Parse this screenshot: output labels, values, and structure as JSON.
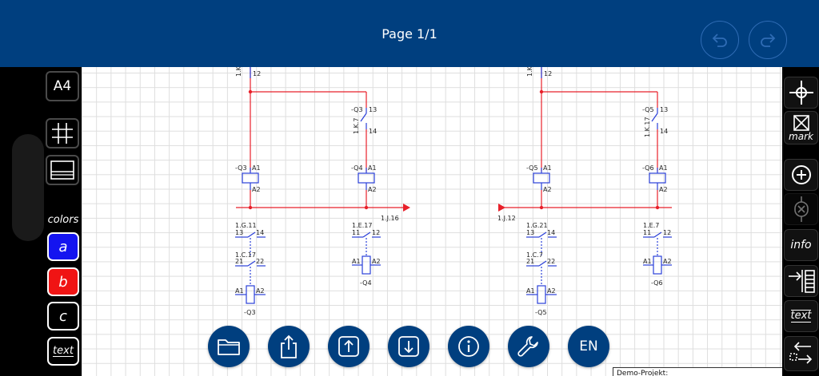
{
  "header": {
    "title": "Page 1/1"
  },
  "left_toolbar": {
    "paper_size": "A4",
    "colors_label": "colors",
    "color_a": "a",
    "color_b": "b",
    "color_c": "c",
    "text_label": "text"
  },
  "right_toolbar": {
    "mark_label": "mark",
    "info_label": "info",
    "text_label": "text"
  },
  "bottom_bar": {
    "language": "EN"
  },
  "title_block": {
    "project": "Demo-Projekt:"
  },
  "colors": {
    "header": "#003f7f",
    "wire_red": "#e8202a",
    "symbol_blue": "#2a3fd8",
    "color_a": "#1414f0",
    "color_b": "#f01414",
    "color_c": "#000000"
  },
  "schematic": {
    "left_circuit": {
      "top_ref": "1.K",
      "top_pin": "12",
      "coil_main": {
        "ref": "-Q3",
        "pin_top": "A1",
        "pin_bottom": "A2"
      },
      "contact_upper": {
        "ref": "-Q3",
        "pin_top": "13",
        "pin_bottom": "14",
        "vertical_ref": "1.K.7"
      },
      "coil_second": {
        "ref": "-Q4",
        "pin_top": "A1",
        "pin_bottom": "A2"
      },
      "arrow_label": "1.J.16",
      "contact_set_1": {
        "ref_a": "1.G.11",
        "pins_a": [
          "13",
          "14"
        ],
        "ref_b": "1.C.17",
        "pins_b": [
          "21",
          "22"
        ],
        "coil_pins": [
          "A1",
          "A2"
        ],
        "coil_ref": "-Q3"
      },
      "contact_set_2": {
        "ref_a": "1.E.17",
        "pins_a": [
          "11",
          "12"
        ],
        "coil_pins": [
          "A1",
          "A2"
        ],
        "coil_ref": "-Q4"
      }
    },
    "right_circuit": {
      "top_ref": "1.K",
      "top_pin": "12",
      "coil_main": {
        "ref": "-Q5",
        "pin_top": "A1",
        "pin_bottom": "A2"
      },
      "contact_upper": {
        "ref": "-Q5",
        "pin_top": "13",
        "pin_bottom": "14",
        "vertical_ref": "1.K.17"
      },
      "coil_second": {
        "ref": "-Q6",
        "pin_top": "A1",
        "pin_bottom": "A2"
      },
      "arrow_label": "1.J.12",
      "contact_set_1": {
        "ref_a": "1.G.21",
        "pins_a": [
          "13",
          "14"
        ],
        "ref_b": "1.C.7",
        "pins_b": [
          "21",
          "22"
        ],
        "coil_pins": [
          "A1",
          "A2"
        ],
        "coil_ref": "-Q5"
      },
      "contact_set_2": {
        "ref_a": "1.E.7",
        "pins_a": [
          "11",
          "12"
        ],
        "coil_pins": [
          "A1",
          "A2"
        ],
        "coil_ref": "-Q6"
      }
    }
  }
}
